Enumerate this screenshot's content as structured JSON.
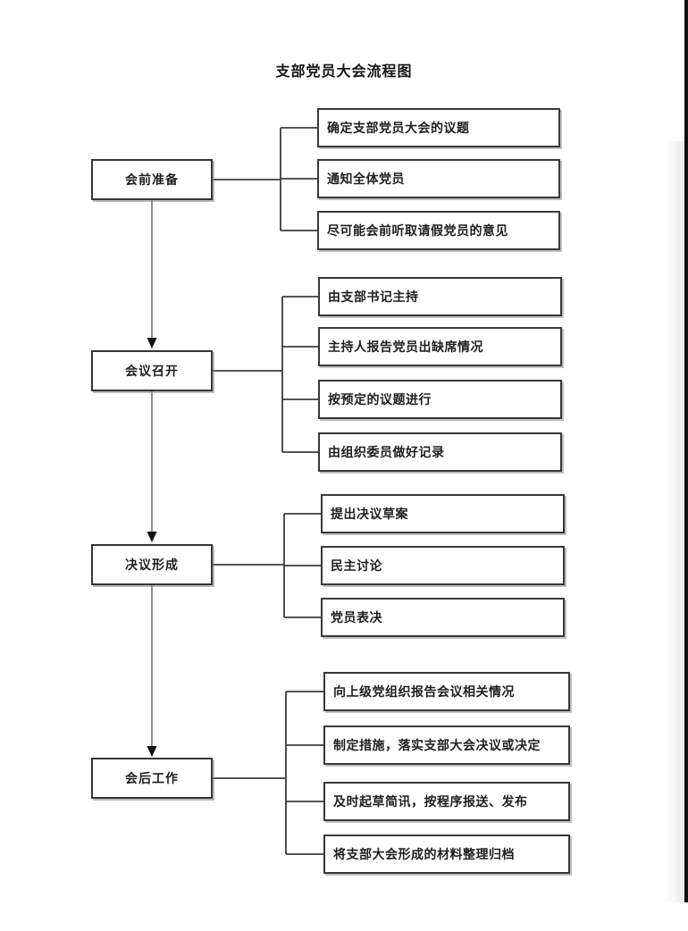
{
  "page": {
    "title": "支部党员大会流程图"
  },
  "flowchart": {
    "groups": [
      {
        "stage": "会前准备",
        "details": [
          "确定支部党员大会的议题",
          "通知全体党员",
          "尽可能会前听取请假党员的意见"
        ]
      },
      {
        "stage": "会议召开",
        "details": [
          "由支部书记主持",
          "主持人报告党员出缺席情况",
          "按预定的议题进行",
          "由组织委员做好记录"
        ]
      },
      {
        "stage": "决议形成",
        "details": [
          "提出决议草案",
          "民主讨论",
          "党员表决"
        ]
      },
      {
        "stage": "会后工作",
        "details": [
          "向上级党组织报告会议相关情况",
          "制定措施，落实支部大会决议或决定",
          "及时起草简讯，按程序报送、发布",
          "将支部大会形成的材料整理归档"
        ]
      }
    ]
  },
  "colors": {
    "ink": "#1f1f1f",
    "box_border": "#383838",
    "connector": "#3d3d3d",
    "page_edge": "#101010",
    "background": "#ffffff"
  }
}
